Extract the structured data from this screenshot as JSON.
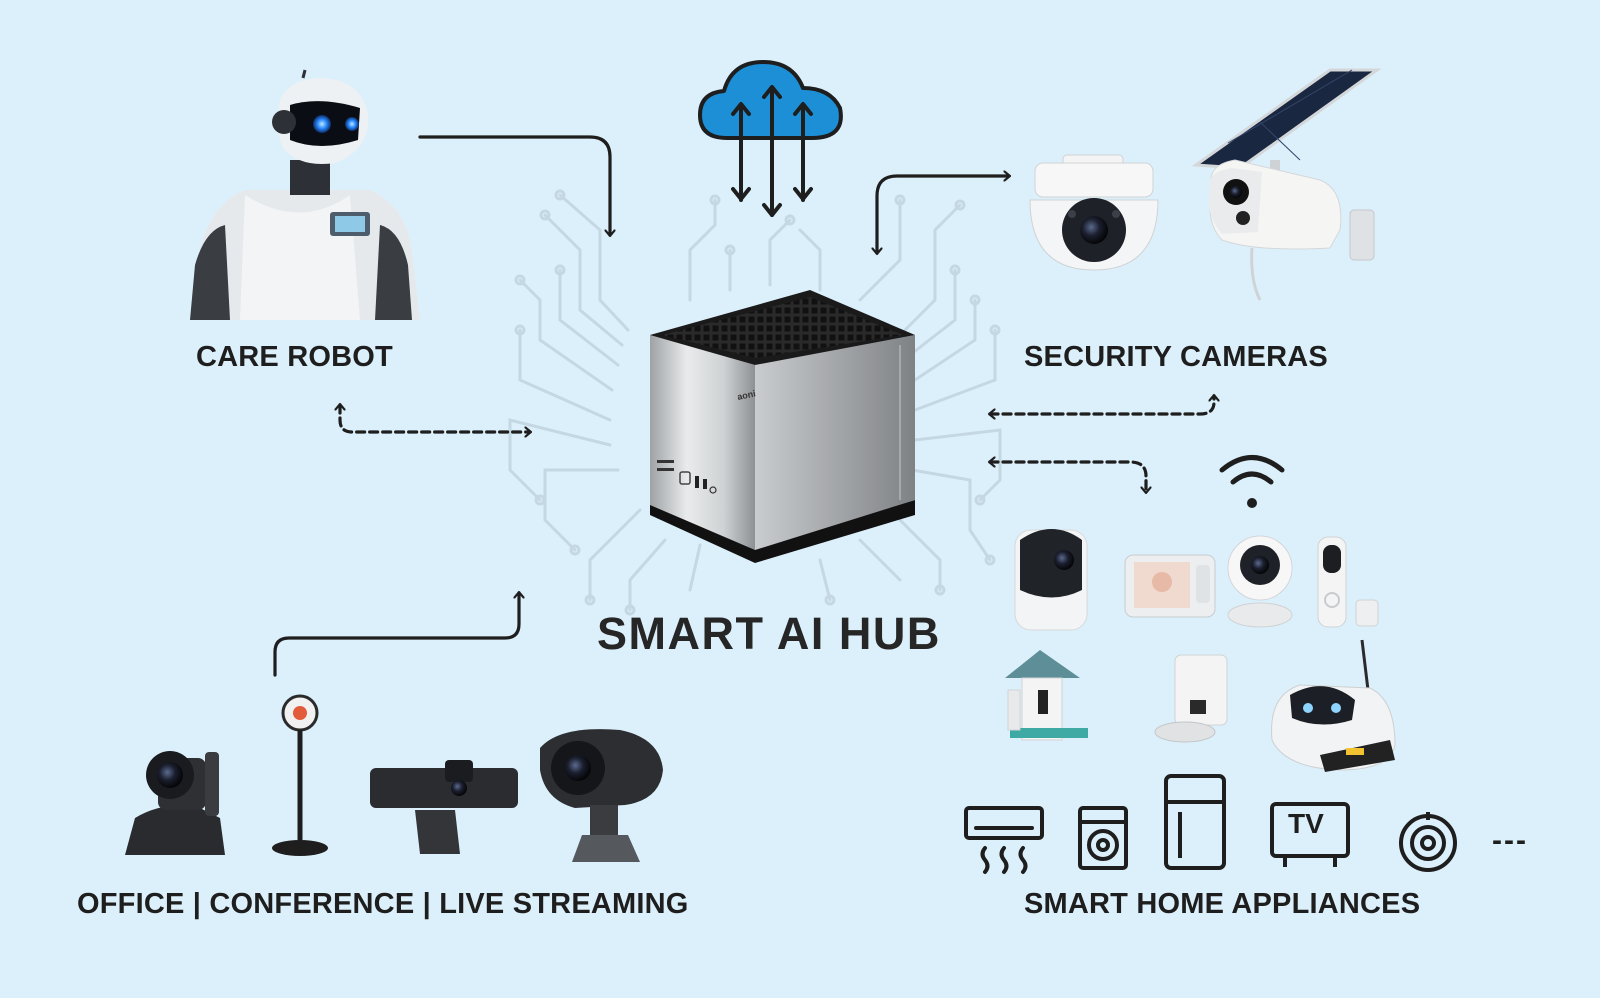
{
  "labels": {
    "care_robot": "CARE ROBOT",
    "security_cameras": "SECURITY CAMERAS",
    "hub": "SMART AI HUB",
    "office": "OFFICE | CONFERENCE | LIVE STREAMING",
    "smart_home": "SMART HOME APPLIANCES"
  },
  "icons": {
    "tv_text": "TV",
    "more": "---"
  },
  "colors": {
    "background": "#dcf0fb",
    "cloud": "#1d8fd6",
    "ink": "#1e1e1e",
    "circuit": "#c4d7e2"
  }
}
